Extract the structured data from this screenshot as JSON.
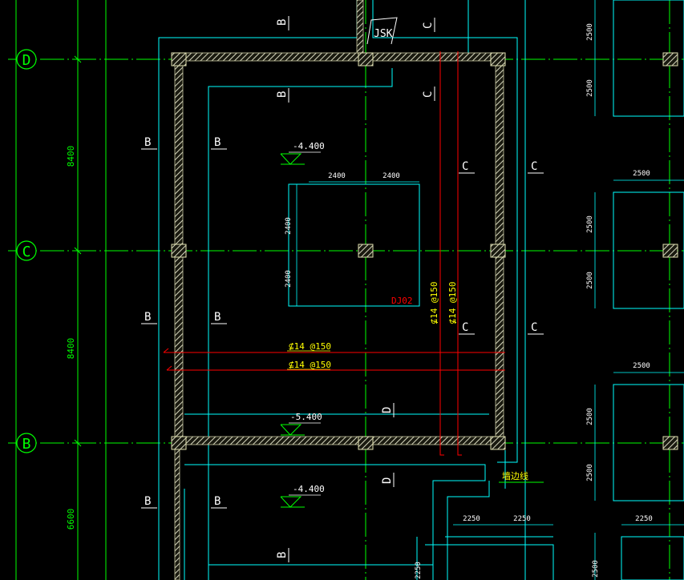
{
  "axes": {
    "D": "D",
    "C": "C",
    "B": "B"
  },
  "spans": {
    "dc": "8400",
    "cb": "8400",
    "b_below": "6600"
  },
  "section_marks": {
    "B": "B",
    "C": "C",
    "D": "D"
  },
  "elevations": {
    "top": "-4.400",
    "pit": "-5.400",
    "lower": "-4.400"
  },
  "tags": {
    "jsk": "JSK",
    "dj": "DJ02",
    "edge_line": "墙边线"
  },
  "rebar": {
    "h1": "⊈14 @150",
    "h2": "⊈14 @150",
    "v1": "⊈14 @150",
    "v2": "⊈14 @150"
  },
  "dims": {
    "d2400": "2400",
    "d2500": "2500",
    "d2250": "2250"
  },
  "colors": {
    "green": "#00ff00",
    "cyan": "#00ffff",
    "white": "#ffffff",
    "red": "#ff0000",
    "yellow": "#ffff00",
    "hatch": "#b0b0b0",
    "column": "#c8c8a0"
  }
}
